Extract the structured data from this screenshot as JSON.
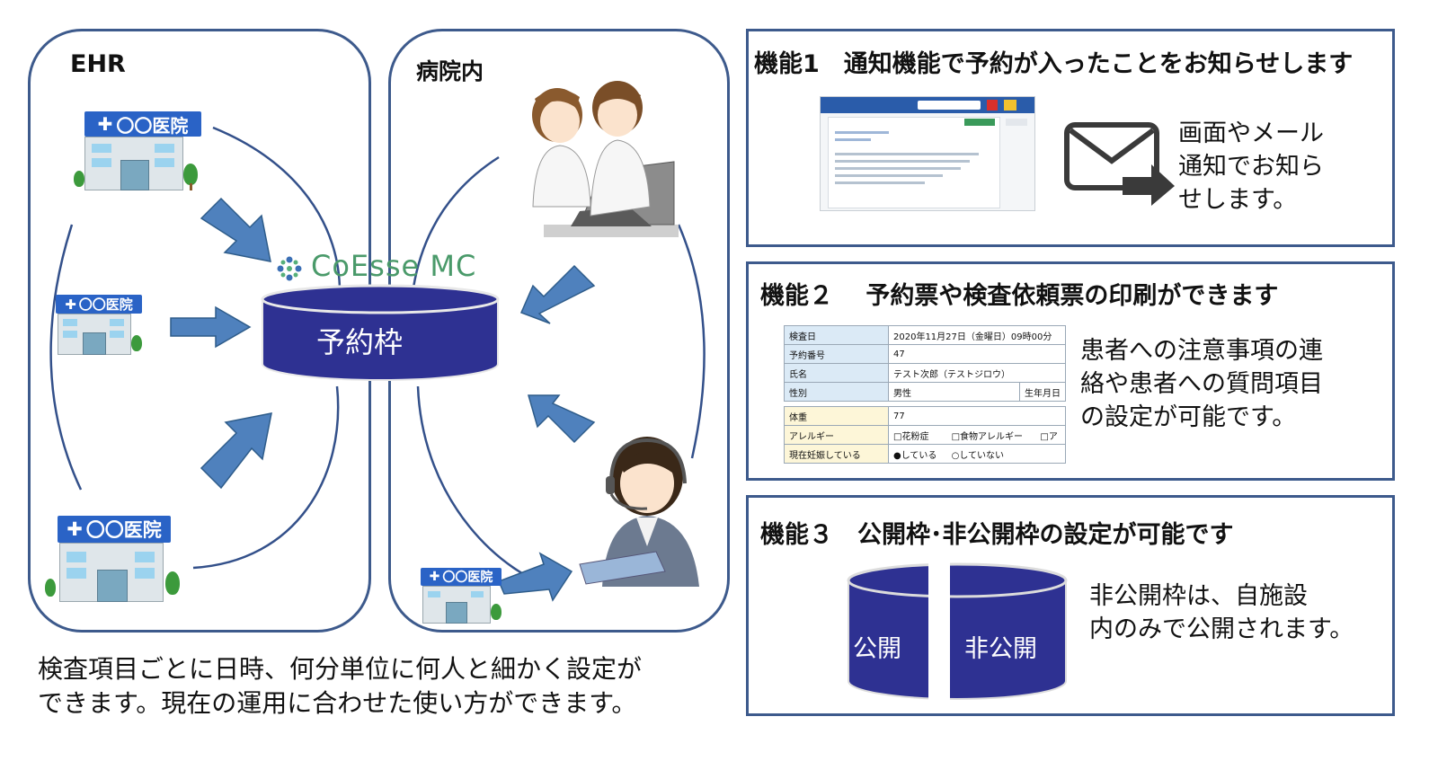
{
  "left": {
    "ehr_label": "EHR",
    "hospital_label": "病院内",
    "clinic_label": "〇〇医院",
    "logo_text": "CoEsse MC",
    "reservation_label": "予約枠",
    "caption_line1": "検査項目ごとに日時、何分単位に何人と細かく設定が",
    "caption_line2": "できます。現在の運用に合わせた使い方ができます。"
  },
  "feature1": {
    "title": "機能1　通知機能で予約が入ったことをお知らせします",
    "desc_line1": "画面やメール",
    "desc_line2": "通知でお知ら",
    "desc_line3": "せします。"
  },
  "feature2": {
    "title": "機能２　 予約票や検査依頼票の印刷ができます",
    "desc_line1": "患者への注意事項の連",
    "desc_line2": "絡や患者への質問項目",
    "desc_line3": "の設定が可能です。",
    "form": {
      "r1_label": "検査日",
      "r1_value": "2020年11月27日（金曜日）09時00分",
      "r2_label": "予約番号",
      "r2_value": "47",
      "r3_label": "氏名",
      "r3_value": "テスト次郎（テストジロウ）",
      "r4_label": "性別",
      "r4_value": "男性",
      "r4_extra": "生年月日",
      "r5_label": "体重",
      "r5_value": "77",
      "r6_label": "アレルギー",
      "r6_opt1": "□花粉症",
      "r6_opt2": "□食物アレルギー",
      "r6_opt3": "□ア",
      "r7_label": "現在妊娠している",
      "r7_opt1": "●している",
      "r7_opt2": "○していない"
    }
  },
  "feature3": {
    "title": "機能３　公開枠･非公開枠の設定が可能です",
    "public_label": "公開",
    "private_label": "非公開",
    "desc_line1": "非公開枠は、自施設",
    "desc_line2": "内のみで公開されます。"
  },
  "colors": {
    "panel_border": "#3d5a8c",
    "arrow": "#4f81bd",
    "cylinder": "#2e3192",
    "logo_green": "#4a9a6a"
  }
}
